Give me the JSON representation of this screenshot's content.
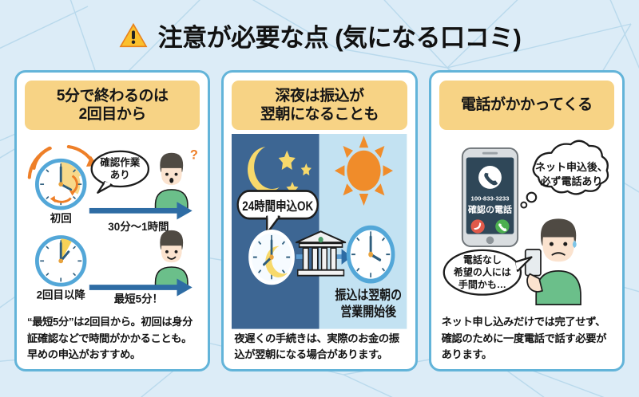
{
  "header": {
    "icon": "warning-triangle-icon",
    "title": "注意が必要な点 (気になる口コミ)"
  },
  "theme": {
    "background": "#dcecf7",
    "card_background": "#ffffff",
    "card_border": "#63b4d9",
    "headline_badge": "#f7d385",
    "accent_orange": "#ee7f28",
    "accent_blue": "#2e6ca4",
    "night_panel": "#3d6693",
    "day_panel": "#c3e2f2",
    "person_shirt": "#6bbf8a",
    "text_color": "#141414"
  },
  "cards": [
    {
      "id": "card-duration",
      "headline": "5分で終わるのは\n2回目から",
      "headline_lines": [
        "5分で終わるのは",
        "2回目から"
      ],
      "illustration": {
        "name": "clock-comparison-illustration",
        "rows": [
          {
            "clock_label": "初回",
            "clock_state": "spinning",
            "bubble": "確認作業\nあり",
            "bubble_lines": [
              "確認作業",
              "あり"
            ],
            "person_mood": "confused",
            "person_marker": "?",
            "arrow_label": "30分〜1時間"
          },
          {
            "clock_label": "2回目以降",
            "clock_state": "five-minutes",
            "person_mood": "happy",
            "arrow_label": "最短5分！"
          }
        ]
      },
      "caption": "“最短5分”は2回目から。初回は身分証確認などで時間がかかることも。早めの申込がおすすめ。"
    },
    {
      "id": "card-transfer-timing",
      "headline": "深夜は振込が\n翌朝になることも",
      "headline_lines": [
        "深夜は振込が",
        "翌朝になることも"
      ],
      "illustration": {
        "name": "night-to-morning-transfer-illustration",
        "night_panel": {
          "icons": [
            "moon-icon",
            "star-icon",
            "star-icon",
            "star-icon",
            "star-icon"
          ],
          "bubble": "24時間申込OK",
          "clock": "night-clock-icon"
        },
        "day_panel": {
          "icons": [
            "sun-icon"
          ],
          "clock": "day-clock-icon",
          "label": "振込は翌朝の\n営業開始後",
          "label_lines": [
            "振込は翌朝の",
            "営業開始後"
          ]
        },
        "middle_icon": "bank-icon"
      },
      "caption": "夜遅くの手続きは、実際のお金の振込が翌朝になる場合があります。"
    },
    {
      "id": "card-phone-call",
      "headline": "電話がかかってくる",
      "headline_lines": [
        "電話がかかってくる"
      ],
      "illustration": {
        "name": "incoming-call-illustration",
        "phone": {
          "icon": "phone-handset-icon",
          "caller_number": "100-833-3233",
          "caller_label": "確認の電話",
          "decline_button": "decline-call-icon",
          "accept_button": "accept-call-icon"
        },
        "thought_bubble": "ネット申込後、\n必ず電話あり",
        "thought_bubble_lines": [
          "ネット申込後、",
          "必ず電話あり"
        ],
        "speech_bubble": "電話なし\n希望の人には\n手間かも…",
        "speech_bubble_lines": [
          "電話なし",
          "希望の人には",
          "手間かも…"
        ],
        "person_mood": "worried"
      },
      "caption": "ネット申し込みだけでは完了せず、確認のために一度電話で話す必要があります。"
    }
  ]
}
